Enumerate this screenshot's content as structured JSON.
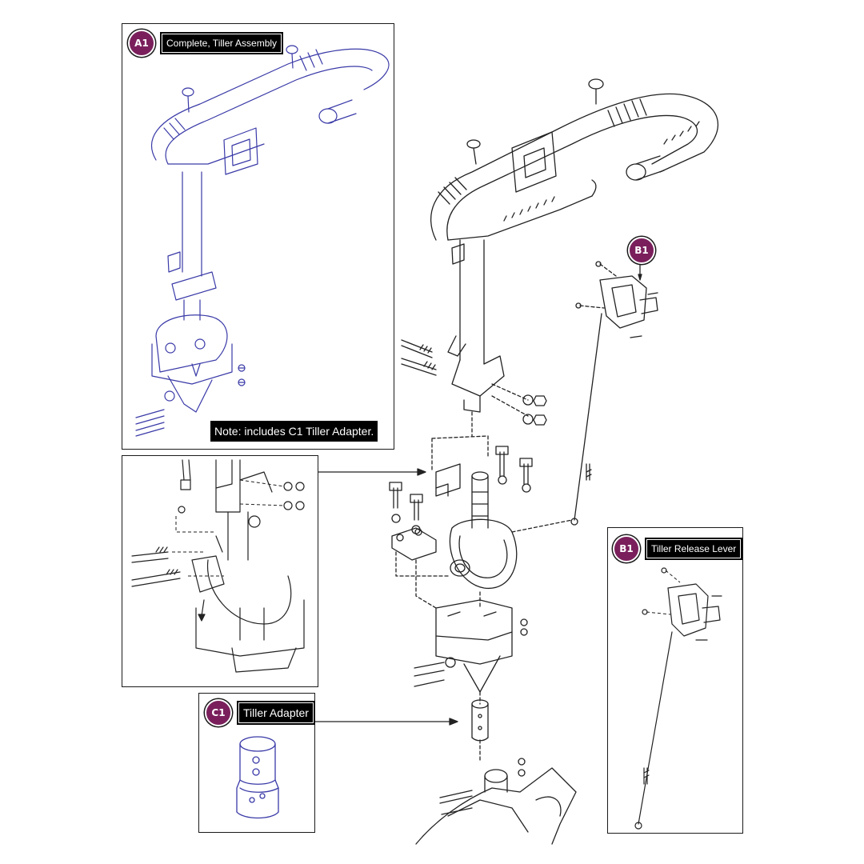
{
  "callouts": {
    "a1": {
      "badge": "A1",
      "label": "Complete, Tiller Assembly"
    },
    "b1_main": {
      "badge": "B1"
    },
    "b1_panel": {
      "badge": "B1",
      "label": "Tiller Release Lever"
    },
    "c1": {
      "badge": "C1",
      "label": "Tiller Adapter"
    }
  },
  "notes": {
    "a1_note": "Note: includes C1 Tiller Adapter."
  },
  "colors": {
    "badge": "#7a1f5c",
    "label_bg": "#000000",
    "line_art": "#222222",
    "inset_line_art": "#3a3aa8"
  }
}
